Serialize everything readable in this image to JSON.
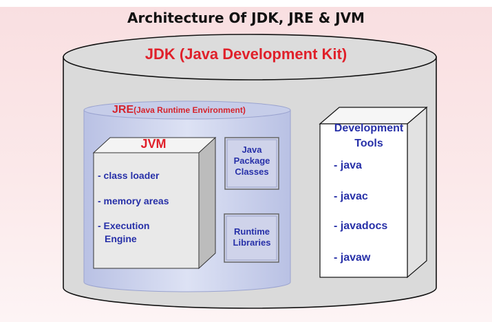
{
  "title": "Architecture Of JDK, JRE & JVM",
  "jdk": {
    "label": "JDK (Java Development Kit)"
  },
  "jre": {
    "label_main": "JRE",
    "label_sub": "(Java Runtime Environment)"
  },
  "jvm": {
    "label": "JVM",
    "items": [
      "- class loader",
      "- memory areas",
      "- Execution",
      "Engine"
    ]
  },
  "java_package_classes": {
    "lines": [
      "Java",
      "Package",
      "Classes"
    ]
  },
  "runtime_libraries": {
    "lines": [
      "Runtime",
      "Libraries"
    ]
  },
  "development_tools": {
    "title_lines": [
      "Development",
      "Tools"
    ],
    "items": [
      "- java",
      "- javac",
      "- javadocs",
      "- javaw"
    ]
  },
  "colors": {
    "jdk_red": "#e0202a",
    "text_blue": "#2730a8",
    "jre_fill": "#ccd3ec",
    "jdk_fill": "#d8d8d8"
  }
}
